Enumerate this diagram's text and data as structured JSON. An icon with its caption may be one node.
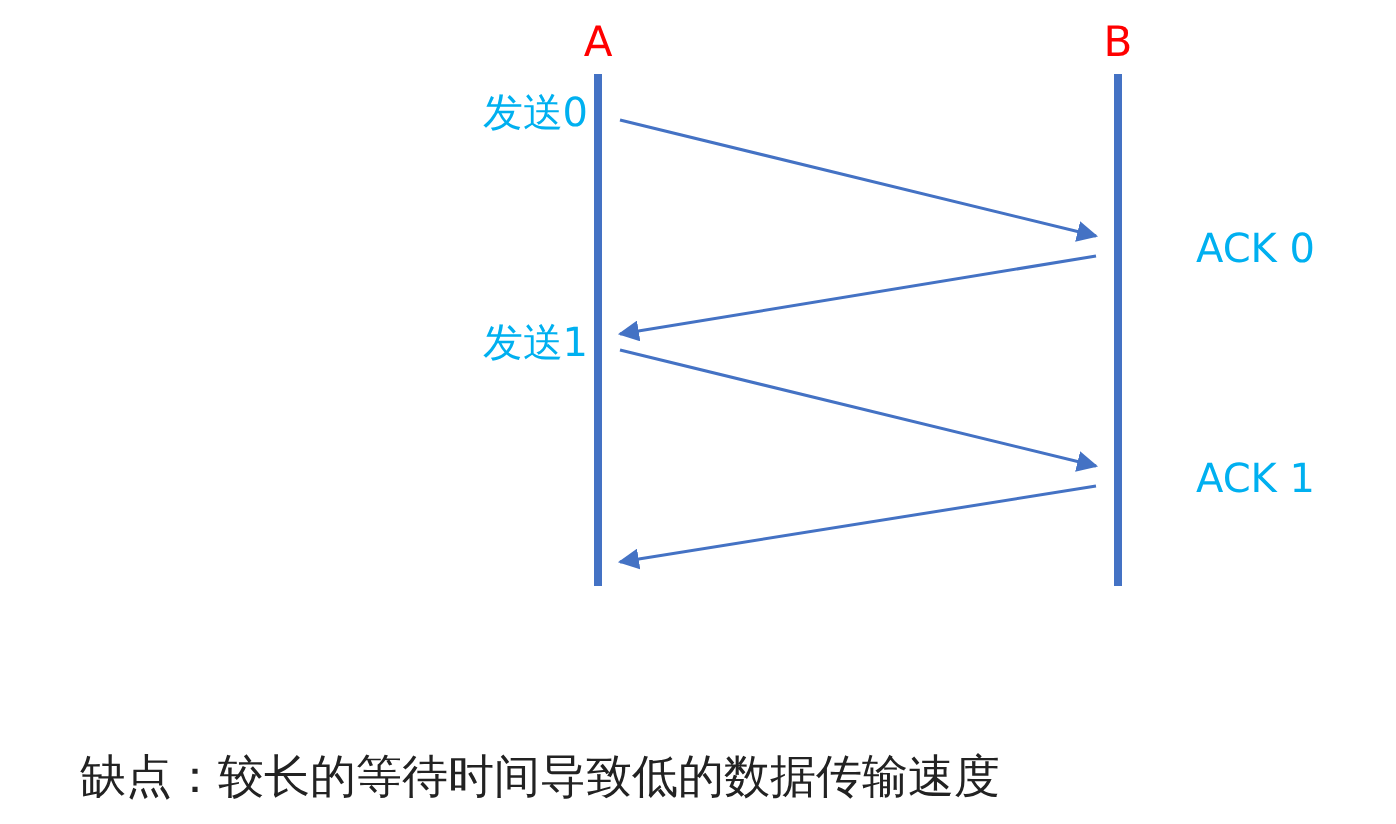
{
  "diagram": {
    "caption": "缺点：较长的等待时间导致低的数据传输速度",
    "nodes": [
      {
        "text": [
          "A"
        ]
      },
      {
        "text": [
          "B"
        ]
      }
    ],
    "edges": [
      {
        "from": 0,
        "to": 1,
        "arrow": "to",
        "label": "发送0"
      },
      {
        "from": 1,
        "to": 0,
        "arrow": "to",
        "label": "ACK 0"
      },
      {
        "from": 0,
        "to": 1,
        "arrow": "to",
        "label": "发送1"
      },
      {
        "from": 1,
        "to": 0,
        "arrow": "to",
        "label": "ACK 1"
      }
    ]
  }
}
